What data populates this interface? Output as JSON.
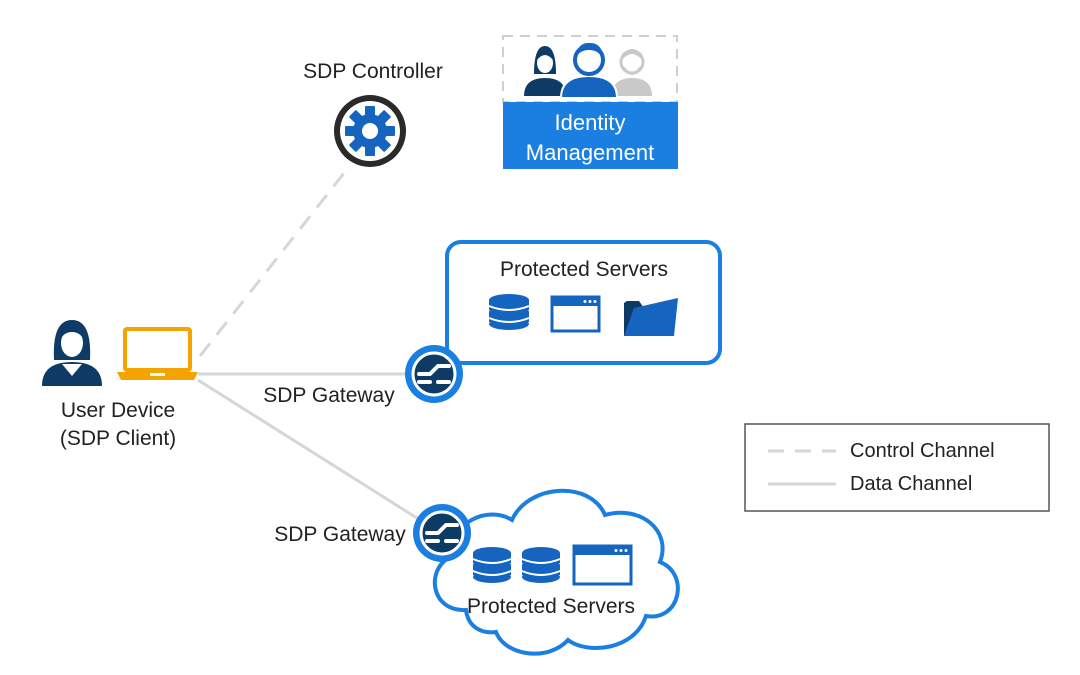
{
  "colors": {
    "primary_blue": "#1565c0",
    "accent_blue": "#1a7fe0",
    "navy": "#0d3b66",
    "laptop_orange": "#f4a300",
    "connector_gray": "#d6d6d6",
    "legend_border": "#555555"
  },
  "nodes": {
    "controller": {
      "label": "SDP Controller",
      "icon": "gear-icon"
    },
    "identity": {
      "line1": "Identity",
      "line2": "Management",
      "icons": [
        "woman-user-icon",
        "man-user-icon",
        "bearded-user-icon"
      ]
    },
    "user_device": {
      "line1": "User Device",
      "line2": "(SDP Client)",
      "icons": [
        "woman-user-icon",
        "laptop-icon"
      ]
    },
    "gateway_top": {
      "label": "SDP Gateway",
      "icon": "gateway-icon"
    },
    "gateway_bottom": {
      "label": "SDP Gateway",
      "icon": "gateway-icon"
    },
    "servers_onprem": {
      "label": "Protected Servers",
      "icons": [
        "database-icon",
        "browser-window-icon",
        "folder-icon"
      ]
    },
    "servers_cloud": {
      "label": "Protected Servers",
      "icons": [
        "database-icon",
        "database-icon",
        "browser-window-icon"
      ]
    }
  },
  "edges": [
    {
      "from": "user_device",
      "to": "controller",
      "kind": "control"
    },
    {
      "from": "user_device",
      "to": "gateway_top",
      "kind": "data"
    },
    {
      "from": "user_device",
      "to": "gateway_bottom",
      "kind": "data"
    },
    {
      "from": "gateway_top",
      "to": "servers_onprem",
      "kind": "data"
    },
    {
      "from": "gateway_bottom",
      "to": "servers_cloud",
      "kind": "data"
    }
  ],
  "legend": {
    "control": "Control Channel",
    "data": "Data Channel"
  }
}
